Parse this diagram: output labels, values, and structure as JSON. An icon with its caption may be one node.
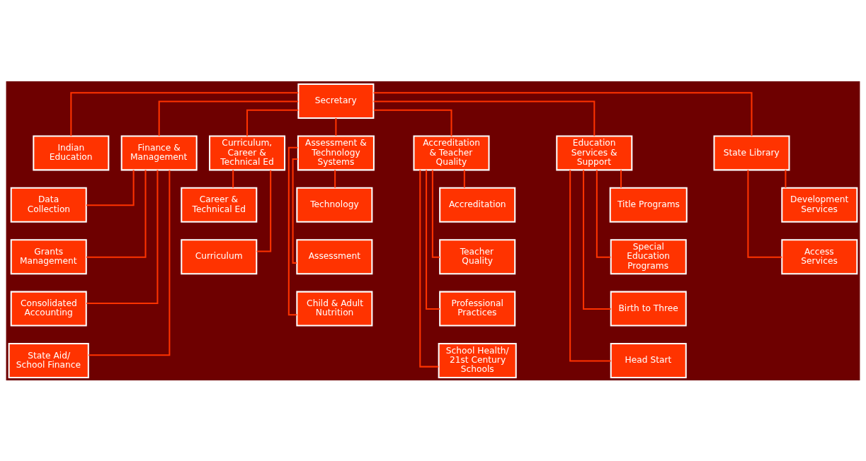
{
  "diagram": {
    "nodes": [
      {
        "text": [
          "Secretary"
        ]
      },
      {
        "text": [
          "Indian Education"
        ]
      },
      {
        "text": [
          "Finance & Management"
        ]
      },
      {
        "text": [
          "Curriculum, Career & Technical Ed"
        ]
      },
      {
        "text": [
          "Assessment & Technology Systems"
        ]
      },
      {
        "text": [
          "Accreditation & Teacher Quality"
        ]
      },
      {
        "text": [
          "Education Services & Support"
        ]
      },
      {
        "text": [
          "State Library"
        ]
      },
      {
        "text": [
          "Data Collection"
        ]
      },
      {
        "text": [
          "Grants Management"
        ]
      },
      {
        "text": [
          "Consolidated Accounting"
        ]
      },
      {
        "text": [
          "State Aid/ School Finance"
        ]
      },
      {
        "text": [
          "Career & Technical Ed"
        ]
      },
      {
        "text": [
          "Curriculum"
        ]
      },
      {
        "text": [
          "Technology"
        ]
      },
      {
        "text": [
          "Assessment"
        ]
      },
      {
        "text": [
          "Child & Adult Nutrition"
        ]
      },
      {
        "text": [
          "Accreditation"
        ]
      },
      {
        "text": [
          "Teacher Quality"
        ]
      },
      {
        "text": [
          "Professional Practices"
        ]
      },
      {
        "text": [
          "School Health/ 21st Century Schools"
        ]
      },
      {
        "text": [
          "Title Programs"
        ]
      },
      {
        "text": [
          "Special Education Programs"
        ]
      },
      {
        "text": [
          "Birth to Three"
        ]
      },
      {
        "text": [
          "Head Start"
        ]
      },
      {
        "text": [
          "Development Services"
        ]
      },
      {
        "text": [
          "Access Services"
        ]
      }
    ],
    "edges": [
      {
        "from": 0,
        "to": 1,
        "arrow": "none"
      },
      {
        "from": 0,
        "to": 2,
        "arrow": "none"
      },
      {
        "from": 0,
        "to": 3,
        "arrow": "none"
      },
      {
        "from": 0,
        "to": 4,
        "arrow": "none"
      },
      {
        "from": 0,
        "to": 5,
        "arrow": "none"
      },
      {
        "from": 0,
        "to": 6,
        "arrow": "none"
      },
      {
        "from": 0,
        "to": 7,
        "arrow": "none"
      },
      {
        "from": 2,
        "to": 8,
        "arrow": "none"
      },
      {
        "from": 2,
        "to": 9,
        "arrow": "none"
      },
      {
        "from": 2,
        "to": 10,
        "arrow": "none"
      },
      {
        "from": 2,
        "to": 11,
        "arrow": "none"
      },
      {
        "from": 3,
        "to": 12,
        "arrow": "none"
      },
      {
        "from": 3,
        "to": 13,
        "arrow": "none"
      },
      {
        "from": 4,
        "to": 14,
        "arrow": "none"
      },
      {
        "from": 4,
        "to": 15,
        "arrow": "none"
      },
      {
        "from": 4,
        "to": 16,
        "arrow": "none"
      },
      {
        "from": 5,
        "to": 17,
        "arrow": "none"
      },
      {
        "from": 5,
        "to": 18,
        "arrow": "none"
      },
      {
        "from": 5,
        "to": 19,
        "arrow": "none"
      },
      {
        "from": 5,
        "to": 20,
        "arrow": "none"
      },
      {
        "from": 6,
        "to": 21,
        "arrow": "none"
      },
      {
        "from": 6,
        "to": 22,
        "arrow": "none"
      },
      {
        "from": 6,
        "to": 23,
        "arrow": "none"
      },
      {
        "from": 6,
        "to": 24,
        "arrow": "none"
      },
      {
        "from": 7,
        "to": 25,
        "arrow": "none"
      },
      {
        "from": 7,
        "to": 26,
        "arrow": "none"
      }
    ]
  }
}
